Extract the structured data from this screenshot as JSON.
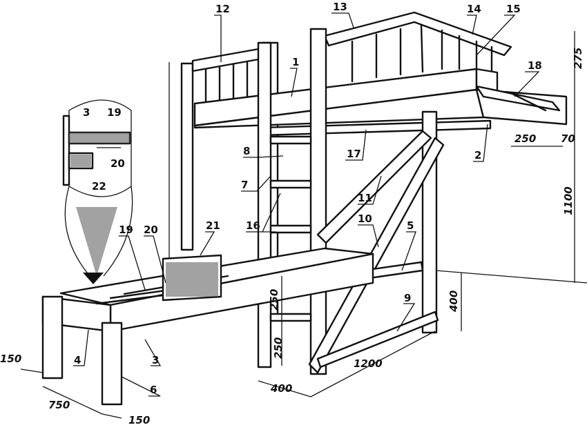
{
  "callouts": [
    "1",
    "2",
    "3",
    "4",
    "5",
    "6",
    "7",
    "8",
    "9",
    "10",
    "11",
    "12",
    "13",
    "14",
    "15",
    "16",
    "17",
    "18",
    "19",
    "20",
    "21",
    "22"
  ],
  "inset_callouts": [
    "3",
    "19",
    "20",
    "22"
  ],
  "lower_bed_callouts": [
    "19",
    "20",
    "21"
  ],
  "dimensions": {
    "rail_height": "275",
    "overhang": "250",
    "step": "70",
    "upper_height": "1100",
    "lower_height": "400",
    "ladder_step_top": "250",
    "ladder_step_bottom": "250",
    "ladder_width": "400",
    "length": "1200",
    "bed_width": "750",
    "leg_left": "150",
    "leg_right": "150"
  }
}
